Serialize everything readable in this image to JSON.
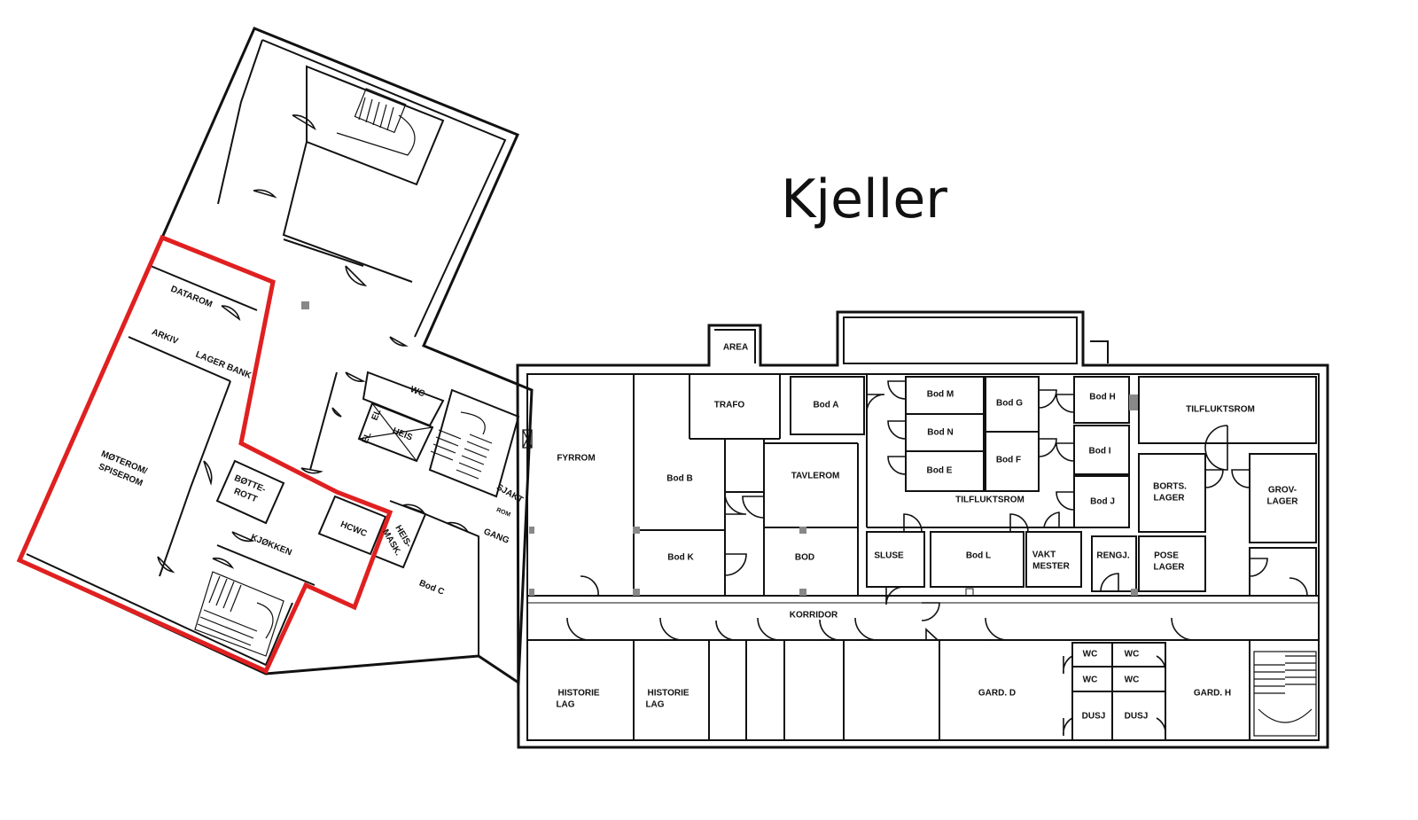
{
  "title": "Kjeller",
  "colors": {
    "highlight": "#e02020",
    "walls": "#111111",
    "background": "#ffffff"
  },
  "rooms": {
    "dataroom": "DATAROM",
    "arkiv": "ARKIV",
    "lager_bank": "LAGER BANK",
    "moterom_1": "MØTEROM/",
    "moterom_2": "SPISEROM",
    "botterom_1": "BØTTE-",
    "botterom_2": "ROTT",
    "kjokken": "KJØKKEN",
    "hcwc": "HCWC",
    "heismask_1": "HEIS-",
    "heismask_2": "MASK.",
    "wc_west": "WC",
    "heis": "HEIS",
    "el_1": "EL",
    "el_2": "EL",
    "sjakt": "SJAKT",
    "rom": "ROM",
    "gang": "GANG",
    "bod_c": "Bod C",
    "area": "AREA",
    "trafo": "TRAFO",
    "fyrrom": "FYRROM",
    "bod_b": "Bod B",
    "bod_k": "Bod K",
    "tavlerom": "TAVLEROM",
    "bod": "BOD",
    "bod_a": "Bod A",
    "bod_m": "Bod M",
    "bod_n": "Bod N",
    "bod_e": "Bod E",
    "bod_g": "Bod G",
    "bod_f": "Bod F",
    "bod_h": "Bod H",
    "bod_i": "Bod I",
    "bod_j": "Bod J",
    "tilfluktsrom_mid": "TILFLUKTSROM",
    "tilfluktsrom_right": "TILFLUKTSROM",
    "borts_lager_1": "BORTS.",
    "borts_lager_2": "LAGER",
    "grov_lager_1": "GROV-",
    "grov_lager_2": "LAGER",
    "sluse": "SLUSE",
    "bod_l": "Bod L",
    "vaktmester_1": "VAKT",
    "vaktmester_2": "MESTER",
    "rengj": "RENGJ.",
    "pose_lager_1": "POSE",
    "pose_lager_2": "LAGER",
    "korridor": "KORRIDOR",
    "historie_lag_1a": "HISTORIE",
    "historie_lag_1b": "LAG",
    "historie_lag_2a": "HISTORIE",
    "historie_lag_2b": "LAG",
    "gard_d": "GARD. D",
    "gard_h": "GARD. H",
    "wc_1": "WC",
    "wc_2": "WC",
    "wc_3": "WC",
    "wc_4": "WC",
    "dusj_1": "DUSJ",
    "dusj_2": "DUSJ"
  }
}
